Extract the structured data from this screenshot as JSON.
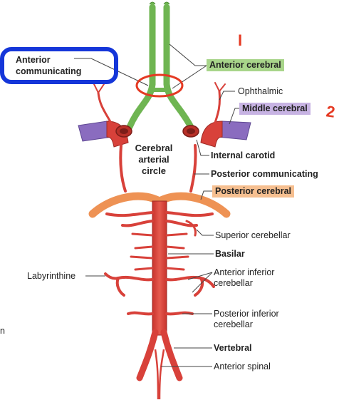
{
  "labels": {
    "anterior_communicating": [
      "Anterior",
      "communicating"
    ],
    "anterior_cerebral": "Anterior cerebral",
    "ophthalmic": "Ophthalmic",
    "middle_cerebral": "Middle cerebral",
    "cerebral_arterial_circle": [
      "Cerebral",
      "arterial",
      "circle"
    ],
    "internal_carotid": "Internal carotid",
    "posterior_communicating": "Posterior communicating",
    "posterior_cerebral": "Posterior cerebral",
    "superior_cerebellar": "Superior cerebellar",
    "basilar": "Basilar",
    "labyrinthine": "Labyrinthine",
    "anterior_inferior_cerebellar": [
      "Anterior inferior",
      "cerebellar"
    ],
    "posterior_inferior_cerebellar": [
      "Posterior inferior",
      "cerebellar"
    ],
    "vertebral": "Vertebral",
    "anterior_spinal": "Anterior spinal",
    "edge_fragment": "n"
  },
  "annotations": {
    "mark_one": "I",
    "mark_two": "2"
  },
  "colors": {
    "artery_red": "#d8413a",
    "anterior_green": "#6fb552",
    "middle_purple": "#8a6cbf",
    "posterior_orange": "#ee9254",
    "highlight_blue": "#1536d9",
    "annotation_red": "#e53a23"
  }
}
